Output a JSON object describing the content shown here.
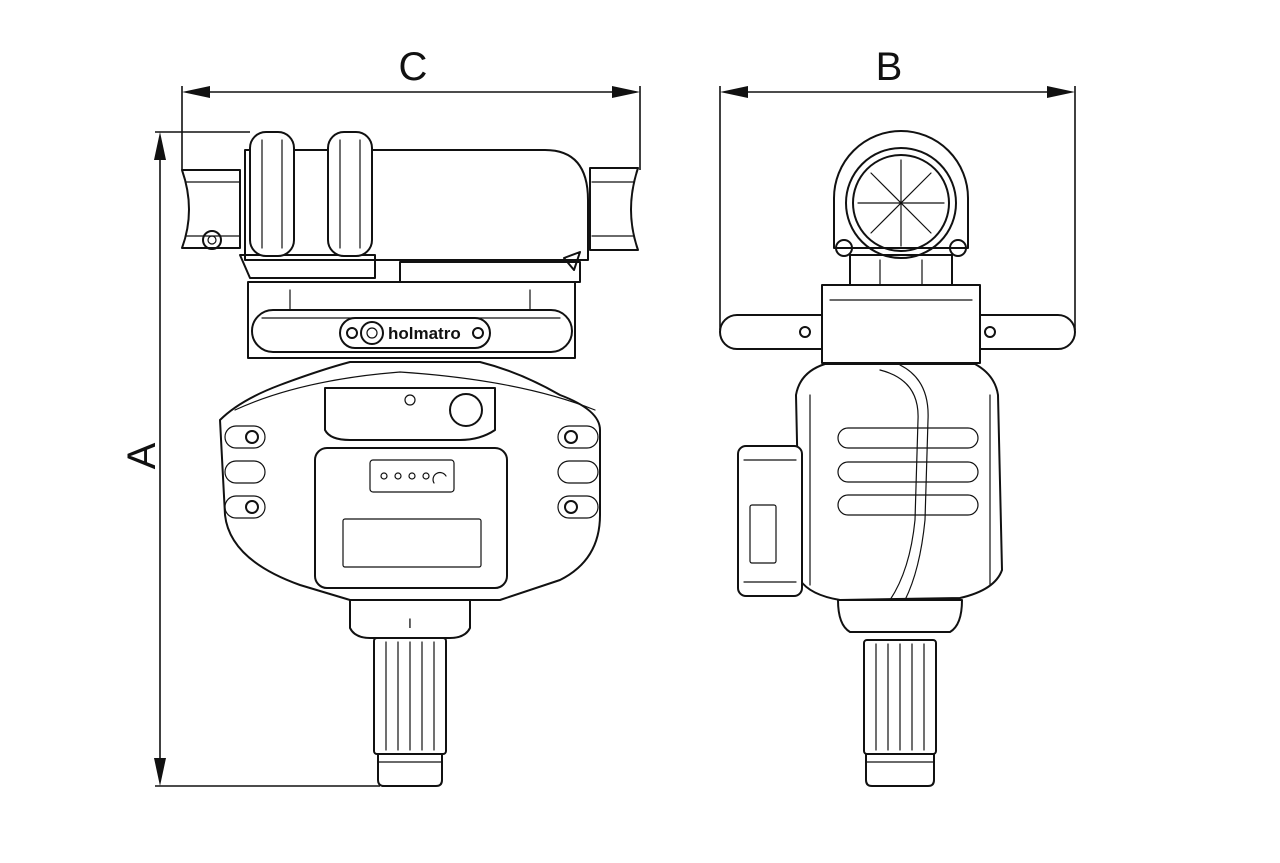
{
  "dimensions": {
    "A": "A",
    "B": "B",
    "C": "C"
  },
  "front_view": {
    "brand_logo": "holmatro",
    "indicator_mark": "I"
  },
  "colors": {
    "line": "#111111",
    "background": "#ffffff"
  }
}
